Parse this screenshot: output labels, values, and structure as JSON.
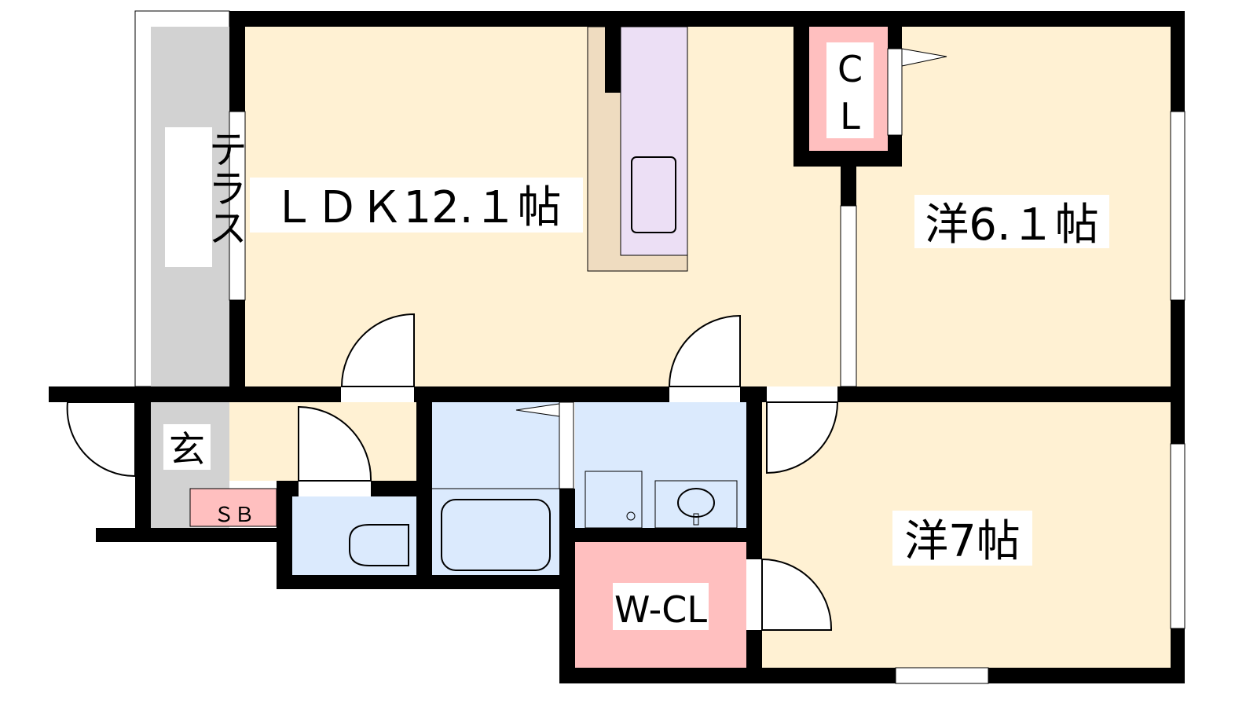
{
  "rooms": {
    "terrace": "テラス",
    "ldk": "ＬＤＫ12.１帖",
    "western_6": "洋6.１帖",
    "western_7": "洋7帖",
    "closet_c": "C",
    "closet_l": "L",
    "entrance": "玄",
    "shoe_box": "ＳＢ",
    "walk_in_closet": "W-CL"
  },
  "colors": {
    "living": "#fff1d3",
    "wet": "#dbeafd",
    "closet": "#ffbfbf",
    "kitchen": "#ecdff5",
    "counter": "#efdcc0",
    "terrace": "#d2d2d2",
    "wall": "#000000"
  }
}
